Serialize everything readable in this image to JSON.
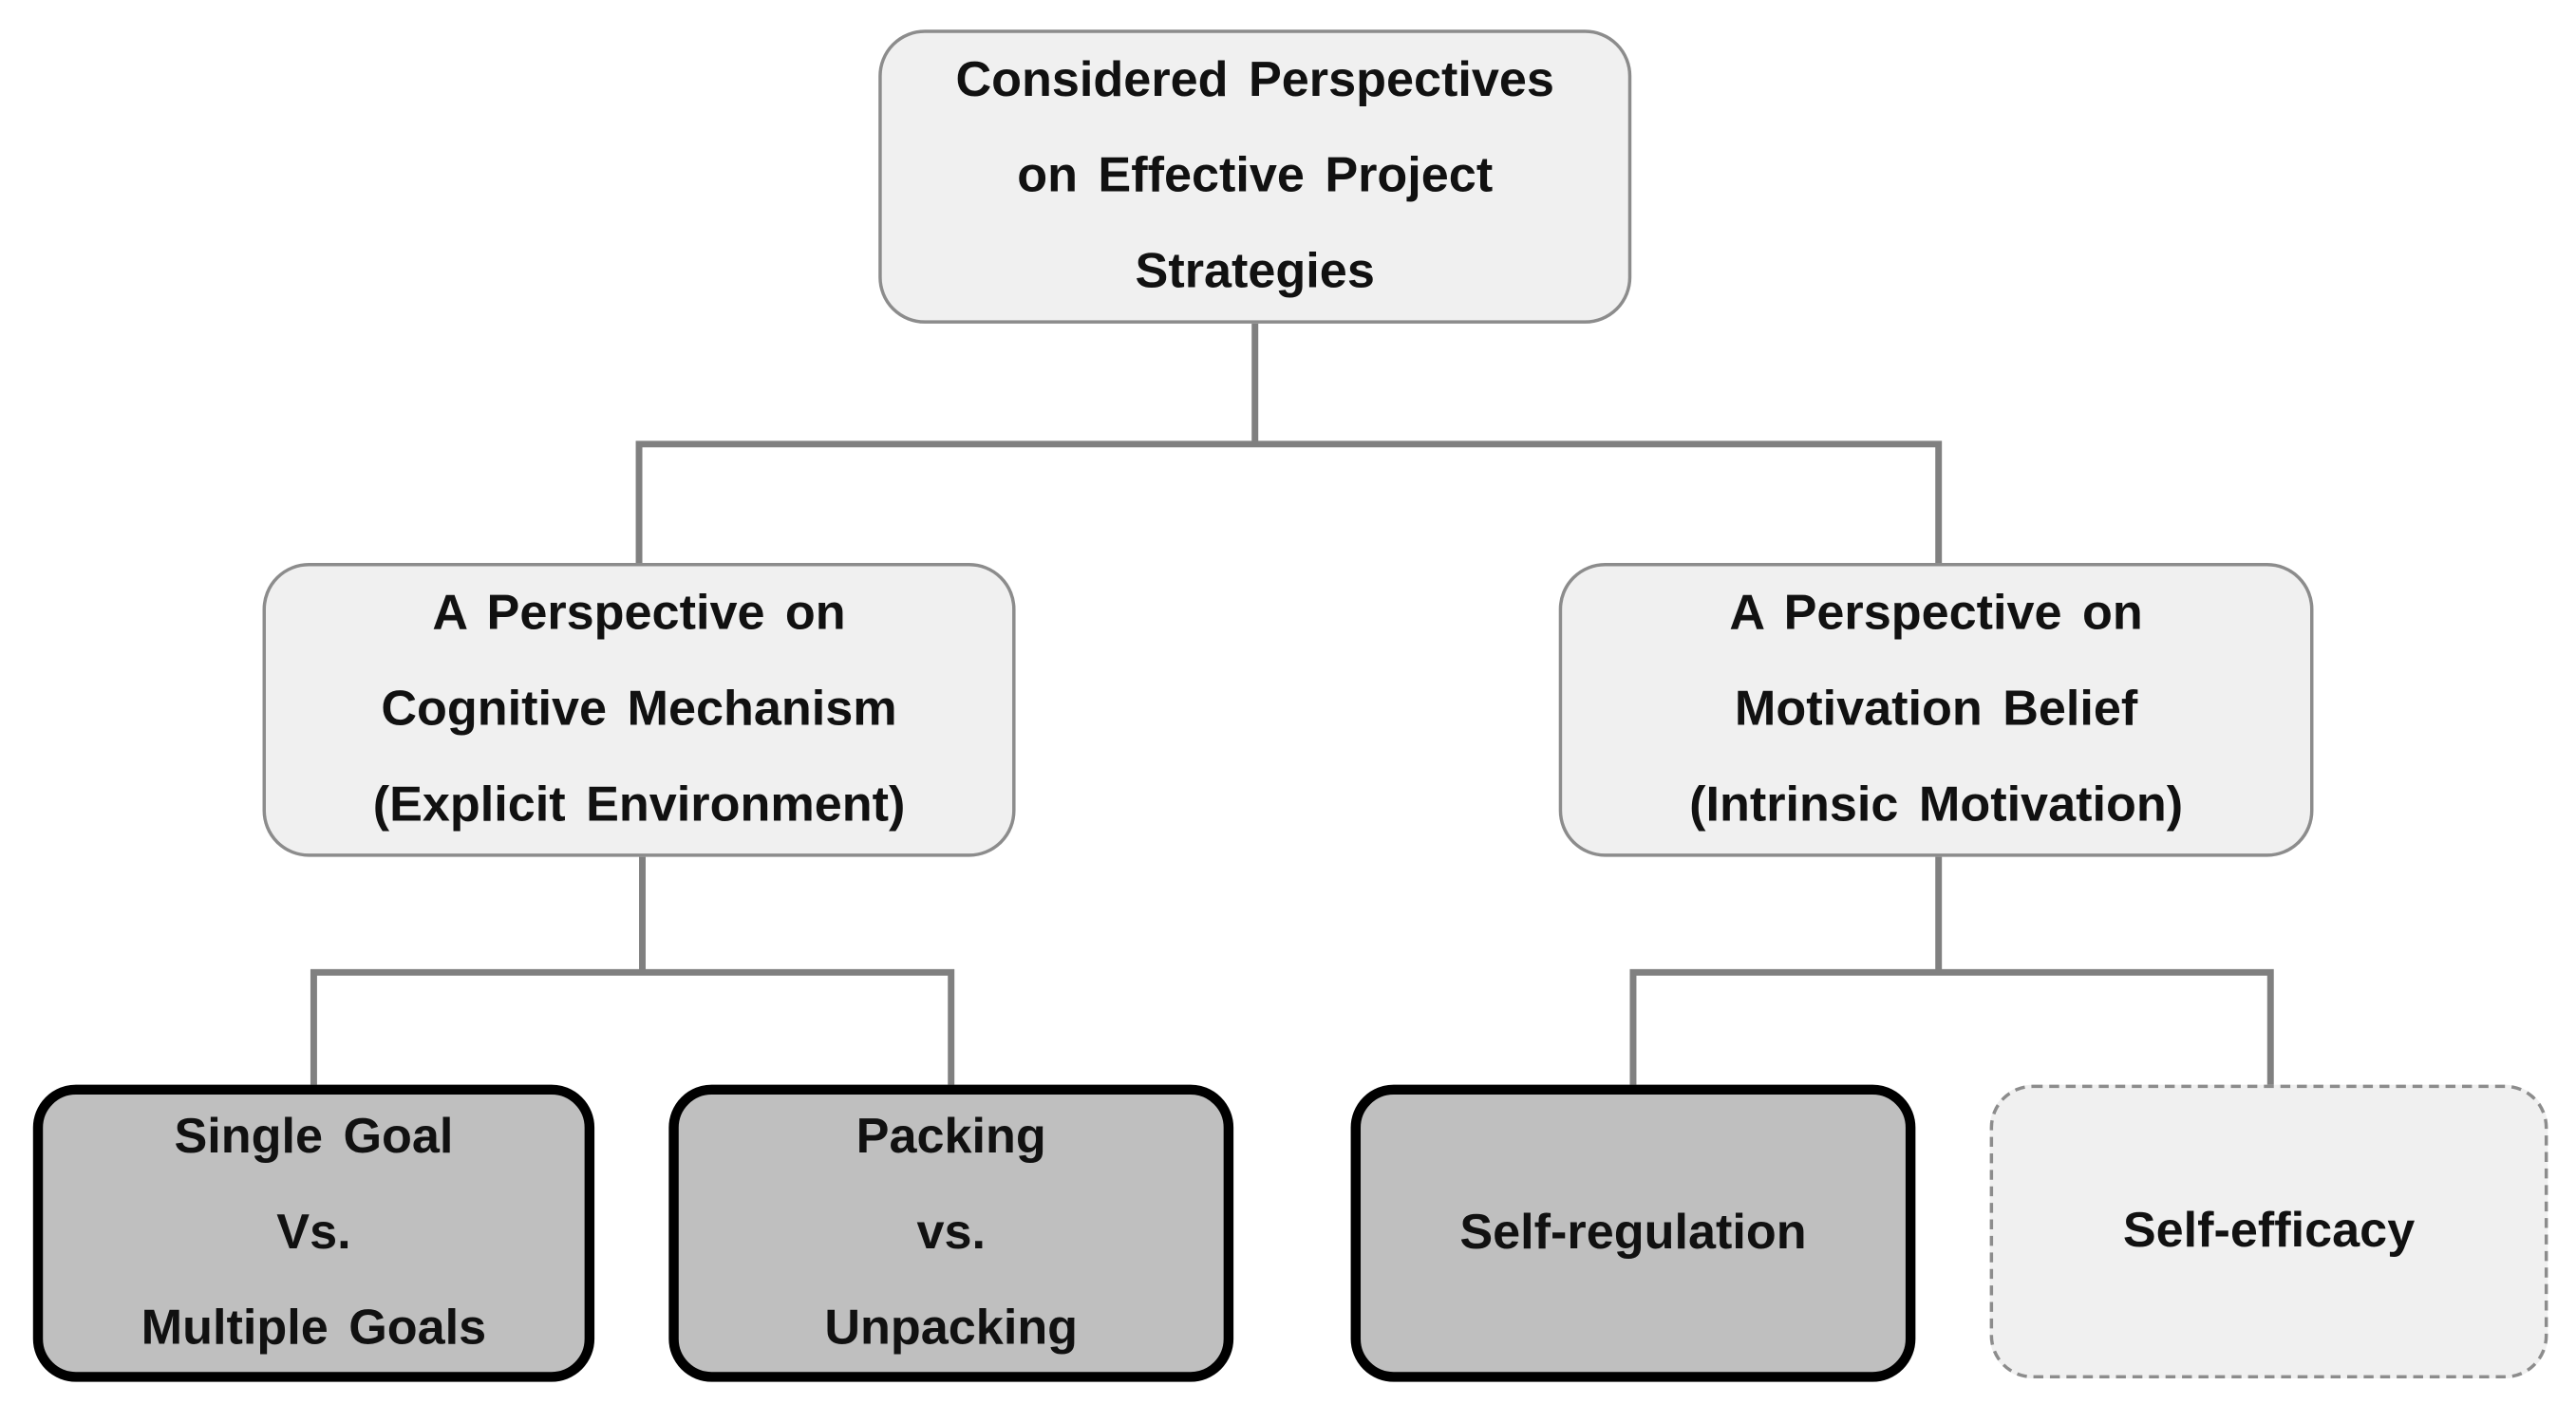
{
  "diagram": {
    "root": {
      "lines": [
        "Considered Perspectives",
        "on Effective Project",
        "Strategies"
      ]
    },
    "left_branch": {
      "lines": [
        "A Perspective on",
        "Cognitive Mechanism",
        "(Explicit Environment)"
      ]
    },
    "right_branch": {
      "lines": [
        "A Perspective on",
        "Motivation Belief",
        "(Intrinsic Motivation)"
      ]
    },
    "leaves": [
      {
        "lines": [
          "Single Goal",
          "Vs.",
          "Multiple Goals"
        ],
        "style": "dark"
      },
      {
        "lines": [
          "Packing",
          "vs.",
          "Unpacking"
        ],
        "style": "dark"
      },
      {
        "lines": [
          "Self-regulation"
        ],
        "style": "dark"
      },
      {
        "lines": [
          "Self-efficacy"
        ],
        "style": "dashed"
      }
    ],
    "colors": {
      "connector": "#808080",
      "light_box_fill": "#f0f0f0",
      "light_box_border": "#8c8c8c",
      "dark_box_fill": "#bfbfbf",
      "dark_box_border": "#000000"
    }
  }
}
